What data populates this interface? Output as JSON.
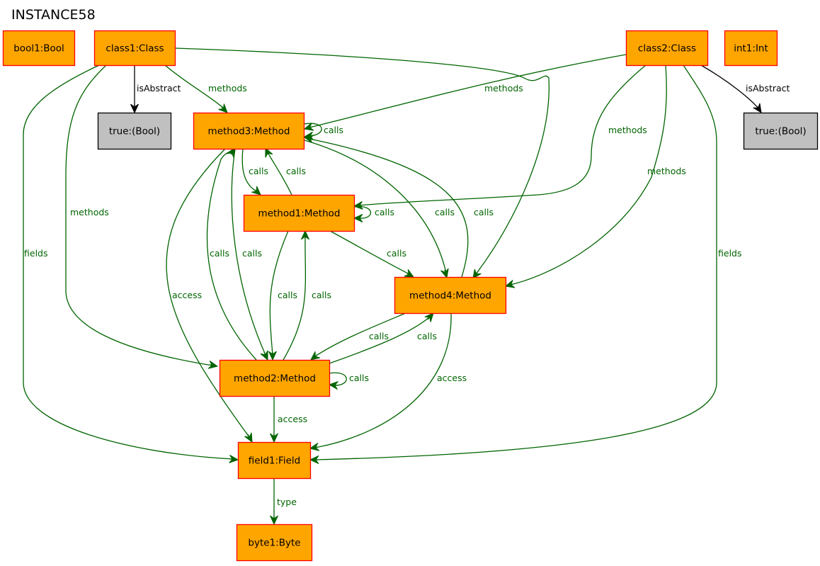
{
  "title": "INSTANCE58",
  "colors": {
    "node_fill": "#ffa500",
    "node_stroke": "#ff0000",
    "bool_fill": "#c0c0c0",
    "bool_stroke": "#000000",
    "edge_green": "#006400",
    "edge_black": "#000000"
  },
  "nodes": [
    {
      "id": "bool1",
      "label": "bool1:Bool",
      "kind": "object"
    },
    {
      "id": "class1",
      "label": "class1:Class",
      "kind": "object"
    },
    {
      "id": "class2",
      "label": "class2:Class",
      "kind": "object"
    },
    {
      "id": "int1",
      "label": "int1:Int",
      "kind": "object"
    },
    {
      "id": "true1",
      "label": "true:(Bool)",
      "kind": "value"
    },
    {
      "id": "true2",
      "label": "true:(Bool)",
      "kind": "value"
    },
    {
      "id": "method3",
      "label": "method3:Method",
      "kind": "object"
    },
    {
      "id": "method1",
      "label": "method1:Method",
      "kind": "object"
    },
    {
      "id": "method4",
      "label": "method4:Method",
      "kind": "object"
    },
    {
      "id": "method2",
      "label": "method2:Method",
      "kind": "object"
    },
    {
      "id": "field1",
      "label": "field1:Field",
      "kind": "object"
    },
    {
      "id": "byte1",
      "label": "byte1:Byte",
      "kind": "object"
    }
  ],
  "edges": [
    {
      "id": "e1",
      "from": "class1",
      "to": "true1",
      "label": "isAbstract",
      "color": "black"
    },
    {
      "id": "e2",
      "from": "class1",
      "to": "method3",
      "label": "methods",
      "color": "green"
    },
    {
      "id": "e3",
      "from": "class1",
      "to": "method2",
      "label": "methods",
      "color": "green"
    },
    {
      "id": "e4",
      "from": "class1",
      "to": "field1",
      "label": "fields",
      "color": "green"
    },
    {
      "id": "e5",
      "from": "class1",
      "to": "method4",
      "label": "",
      "color": "green"
    },
    {
      "id": "e6",
      "from": "class2",
      "to": "true2",
      "label": "isAbstract",
      "color": "black"
    },
    {
      "id": "e7",
      "from": "class2",
      "to": "method3",
      "label": "methods",
      "color": "green"
    },
    {
      "id": "e8",
      "from": "class2",
      "to": "method1",
      "label": "methods",
      "color": "green"
    },
    {
      "id": "e9",
      "from": "class2",
      "to": "method4",
      "label": "methods",
      "color": "green"
    },
    {
      "id": "e10",
      "from": "class2",
      "to": "field1",
      "label": "fields",
      "color": "green"
    },
    {
      "id": "e11",
      "from": "method3",
      "to": "method3",
      "label": "calls",
      "color": "green"
    },
    {
      "id": "e12",
      "from": "method3",
      "to": "method1",
      "label": "calls",
      "color": "green"
    },
    {
      "id": "e13",
      "from": "method1",
      "to": "method3",
      "label": "calls",
      "color": "green"
    },
    {
      "id": "e14",
      "from": "method1",
      "to": "method1",
      "label": "calls",
      "color": "green"
    },
    {
      "id": "e15",
      "from": "method3",
      "to": "method4",
      "label": "calls",
      "color": "green"
    },
    {
      "id": "e16",
      "from": "method4",
      "to": "method3",
      "label": "calls",
      "color": "green"
    },
    {
      "id": "e17",
      "from": "method1",
      "to": "method4",
      "label": "calls",
      "color": "green"
    },
    {
      "id": "e18",
      "from": "method2",
      "to": "method3",
      "label": "calls",
      "color": "green"
    },
    {
      "id": "e19",
      "from": "method3",
      "to": "method2",
      "label": "calls",
      "color": "green"
    },
    {
      "id": "e20",
      "from": "method1",
      "to": "method2",
      "label": "calls",
      "color": "green"
    },
    {
      "id": "e21",
      "from": "method2",
      "to": "method1",
      "label": "calls",
      "color": "green"
    },
    {
      "id": "e22",
      "from": "method3",
      "to": "field1",
      "label": "access",
      "color": "green"
    },
    {
      "id": "e23",
      "from": "method4",
      "to": "method2",
      "label": "calls",
      "color": "green"
    },
    {
      "id": "e24",
      "from": "method2",
      "to": "method4",
      "label": "calls",
      "color": "green"
    },
    {
      "id": "e25",
      "from": "method2",
      "to": "method2",
      "label": "calls",
      "color": "green"
    },
    {
      "id": "e26",
      "from": "method2",
      "to": "field1",
      "label": "access",
      "color": "green"
    },
    {
      "id": "e27",
      "from": "method4",
      "to": "field1",
      "label": "access",
      "color": "green"
    },
    {
      "id": "e28",
      "from": "field1",
      "to": "byte1",
      "label": "type",
      "color": "green"
    }
  ]
}
